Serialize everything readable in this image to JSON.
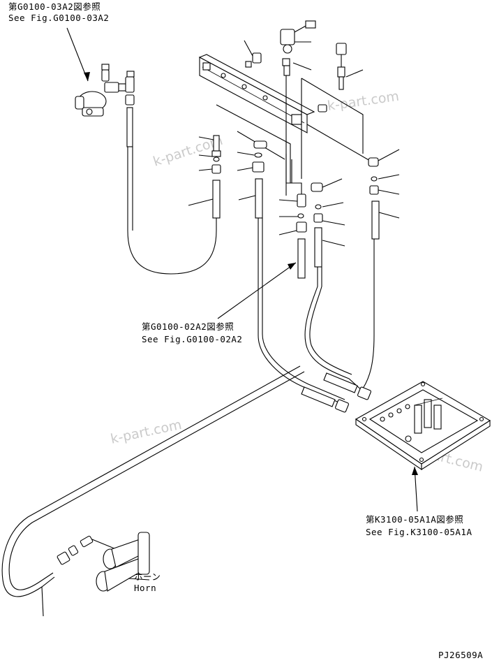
{
  "refs": {
    "g0100_03a2": {
      "jp": "第G0100-03A2図参照",
      "en": "See Fig.G0100-03A2"
    },
    "g0100_02a2": {
      "jp": "第G0100-02A2図参照",
      "en": "See Fig.G0100-02A2"
    },
    "k3100_05a1a": {
      "jp": "第K3100-05A1A図参照",
      "en": "See Fig.K3100-05A1A"
    }
  },
  "horn": {
    "jp": "ホーン",
    "en": "Horn"
  },
  "watermark": "k-part.com",
  "figure_code": "PJ26509A"
}
